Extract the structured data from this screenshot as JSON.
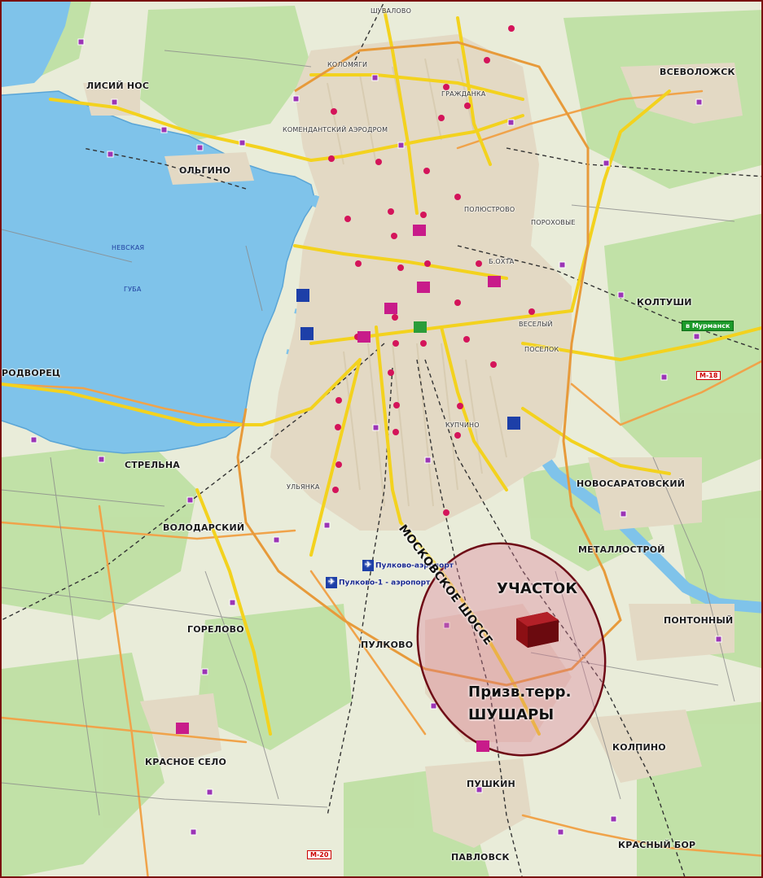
{
  "labels": {
    "lisiy_nos": "ЛИСИЙ НОС",
    "olgino": "ОЛЬГИНО",
    "vsevolozhsk": "ВСЕВОЛОЖСК",
    "koltushi": "КОЛТУШИ",
    "petrodvorets": "РОДВОРЕЦ",
    "strelna": "СТРЕЛЬНА",
    "volodarsky": "ВОЛОДАРСКИЙ",
    "novosaratovsky": "НОВОСАРАТОВСКИЙ",
    "metallostroy": "МЕТАЛЛОСТРОЙ",
    "pontonny": "ПОНТОННЫЙ",
    "gorelovo": "ГОРЕЛОВО",
    "pulkovo": "ПУЛКОВО",
    "kolpino": "КОЛПИНО",
    "krasnoe_selo": "КРАСНОЕ СЕЛО",
    "pushkin": "ПУШКИН",
    "pavlovsk": "ПАВЛОВСК",
    "krasny_bor": "КРАСНЫЙ БОР",
    "shuvalovo": "ШУВАЛОВО",
    "kolomyagi": "КОЛОМЯГИ",
    "grazhdanka": "ГРАЖДАНКА",
    "komendantsky": "КОМЕНДАНТСКИЙ АЭРОДРОМ",
    "polyustrovo": "ПОЛЮСТРОВО",
    "porokhovye": "ПОРОХОВЫЕ",
    "bolshaya_okhta": "Б.ОХТА",
    "vesely": "ВЕСЕЛЫЙ",
    "poselok": "ПОСЕЛОК",
    "kupchino": "КУПЧИНО",
    "ulyanka": "УЛЬЯНКА",
    "nevskaya": "НЕВСКАЯ",
    "guba": "ГУБА"
  },
  "airports": {
    "pulkovo_1": "Пулково-1 - аэропорт",
    "pulkovo_2": "Пулково-аэропорт",
    "icon_symbol": "✈"
  },
  "roads": {
    "m18": "М-18",
    "m20": "М-20",
    "murmansk": "в Мурманск",
    "moskovskoe_shosse": "МОСКОВСКОЕ ШОССЕ"
  },
  "annotation": {
    "plot": "УЧАСТОК",
    "zone_line1": "Призв.терр.",
    "zone_line2": "ШУШАРЫ"
  },
  "colors": {
    "water": "#7fc3ea",
    "land": "#e9ecd9",
    "forest": "#b8dc9e",
    "urban": "#e3d9c4",
    "main_road": "#f3d21e",
    "secondary_road": "#f2a54a",
    "metro": "#d4145a",
    "zone_fill": "rgba(222,120,150,0.35)",
    "zone_stroke": "#6e0a16",
    "plot_cube": "#8c0f14"
  }
}
